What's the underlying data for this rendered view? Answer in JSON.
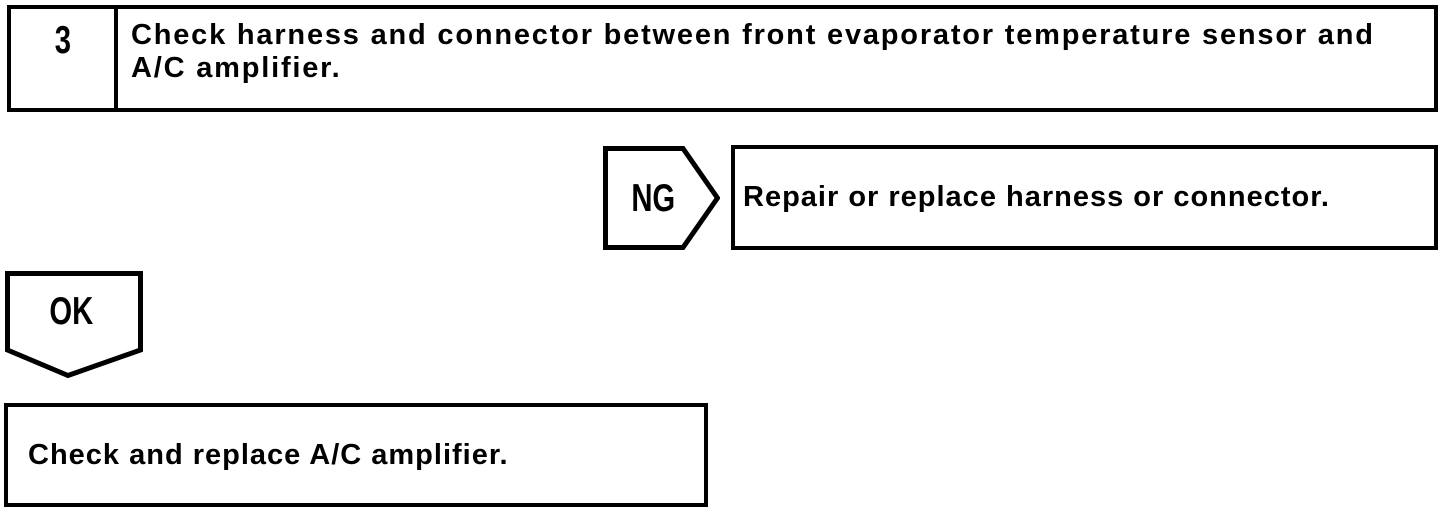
{
  "colors": {
    "line": "#000000",
    "background": "#ffffff",
    "text": "#000000"
  },
  "flowchart": {
    "step": {
      "number": "3",
      "instruction": "Check harness and connector between front evaporator temperature sensor and A/C amplifier."
    },
    "ng_branch": {
      "label": "NG",
      "action": "Repair or replace harness or connector."
    },
    "ok_branch": {
      "label": "OK",
      "action": "Check and replace A/C amplifier."
    }
  }
}
